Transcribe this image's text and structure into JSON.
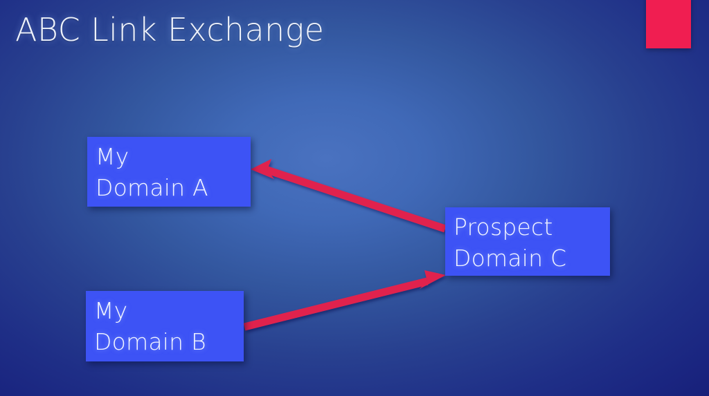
{
  "slide": {
    "title": "ABC Link Exchange",
    "background_color_center": "#4a72c0",
    "background_color_edge": "#171f78",
    "accent_block_color": "#f01e51"
  },
  "boxes": [
    {
      "id": "domain-a",
      "label": "My\nDomain A",
      "fill_color": "#3d53f5",
      "text_color": "#f2f5ff"
    },
    {
      "id": "domain-b",
      "label": "My\nDomain B",
      "fill_color": "#3d53f5",
      "text_color": "#f2f5ff"
    },
    {
      "id": "domain-c",
      "label": "Prospect\nDomain C",
      "fill_color": "#3d53f5",
      "text_color": "#f2f5ff"
    }
  ],
  "arrows": [
    {
      "id": "arrow-c-to-a",
      "from": "domain-c",
      "to": "domain-a",
      "color": "#e0244e"
    },
    {
      "id": "arrow-b-to-c",
      "from": "domain-b",
      "to": "domain-c",
      "color": "#e0244e"
    }
  ]
}
